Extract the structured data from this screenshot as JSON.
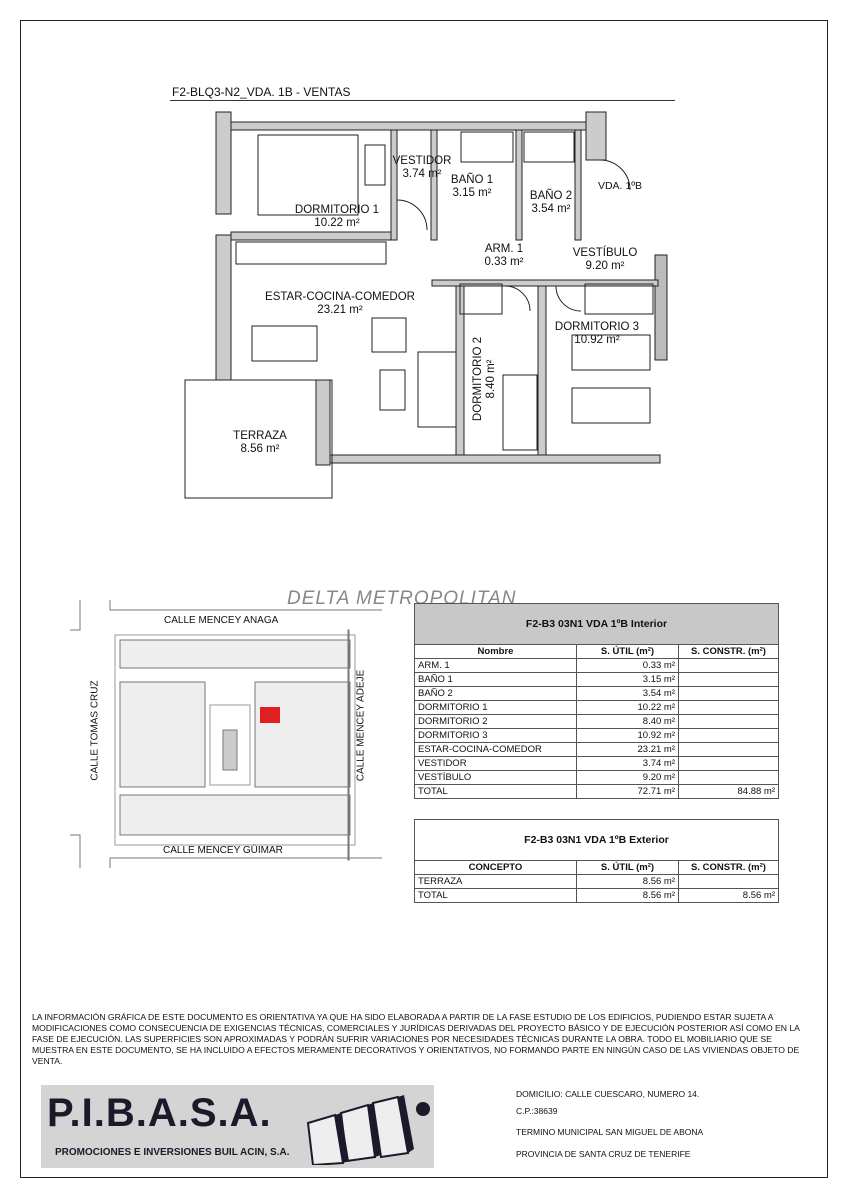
{
  "header": {
    "title": "F2-BLQ3-N2_VDA. 1B - VENTAS"
  },
  "floor_plan": {
    "rooms": [
      {
        "name": "VESTIDOR",
        "area": "3.74 m²"
      },
      {
        "name": "BAÑO 1",
        "area": "3.15 m²"
      },
      {
        "name": "BAÑO 2",
        "area": "3.54 m²"
      },
      {
        "name": "DORMITORIO 1",
        "area": "10.22 m²"
      },
      {
        "name": "ARM. 1",
        "area": "0.33 m²"
      },
      {
        "name": "VESTÍBULO",
        "area": "9.20 m²"
      },
      {
        "name": "ESTAR-COCINA-COMEDOR",
        "area": "23.21 m²"
      },
      {
        "name": "DORMITORIO 3",
        "area": "10.92 m²"
      },
      {
        "name": "DORMITORIO 2",
        "area": "8.40 m²"
      },
      {
        "name": "TERRAZA",
        "area": "8.56 m²"
      }
    ],
    "entrance_label": "VDA. 1ºB"
  },
  "site_map": {
    "brand": "DELTA METROPOLITAN",
    "streets": {
      "top": "CALLE MENCEY ANAGA",
      "bottom": "CALLE MENCEY GÜIMAR",
      "left": "CALLE TOMAS CRUZ",
      "right": "CALLE MENCEY ADEJE"
    },
    "highlight_color": "#e02020"
  },
  "interior_table": {
    "title": "F2-B3 03N1 VDA 1ºB Interior",
    "headers": [
      "Nombre",
      "S. ÚTIL (m²)",
      "S. CONSTR. (m²)"
    ],
    "rows": [
      [
        "ARM. 1",
        "0.33 m²",
        ""
      ],
      [
        "BAÑO 1",
        "3.15 m²",
        ""
      ],
      [
        "BAÑO 2",
        "3.54 m²",
        ""
      ],
      [
        "DORMITORIO 1",
        "10.22 m²",
        ""
      ],
      [
        "DORMITORIO 2",
        "8.40 m²",
        ""
      ],
      [
        "DORMITORIO 3",
        "10.92 m²",
        ""
      ],
      [
        "ESTAR-COCINA-COMEDOR",
        "23.21 m²",
        ""
      ],
      [
        "VESTIDOR",
        "3.74 m²",
        ""
      ],
      [
        "VESTÍBULO",
        "9.20 m²",
        ""
      ],
      [
        "TOTAL",
        "72.71 m²",
        "84.88 m²"
      ]
    ]
  },
  "exterior_table": {
    "title": "F2-B3 03N1 VDA 1ºB Exterior",
    "headers": [
      "CONCEPTO",
      "S. ÚTIL (m²)",
      "S. CONSTR. (m²)"
    ],
    "rows": [
      [
        "TERRAZA",
        "8.56 m²",
        ""
      ],
      [
        "TOTAL",
        "8.56 m²",
        "8.56 m²"
      ]
    ]
  },
  "disclaimer": "LA INFORMACIÓN GRÁFICA DE ESTE DOCUMENTO ES ORIENTATIVA YA QUE HA SIDO ELABORADA A PARTIR DE LA FASE ESTUDIO DE LOS EDIFICIOS, PUDIENDO ESTAR SUJETA A MODIFICACIONES COMO CONSECUENCIA DE EXIGENCIAS TÉCNICAS, COMERCIALES Y JURÍDICAS DERIVADAS DEL PROYECTO BÁSICO Y DE EJECUCIÓN POSTERIOR ASÍ COMO EN LA FASE DE EJECUCIÓN. LAS SUPERFICIES SON APROXIMADAS Y PODRÁN SUFRIR VARIACIONES POR NECESIDADES TÉCNICAS DURANTE LA OBRA. TODO EL MOBILIARIO QUE SE MUESTRA EN ESTE DOCUMENTO, SE HA INCLUIDO A EFECTOS MERAMENTE DECORATIVOS Y ORIENTATIVOS, NO FORMANDO PARTE EN NINGÚN CASO DE LAS VIVIENDAS OBJETO DE VENTA.",
  "footer": {
    "logo_text": "P.I.B.A.S.A.",
    "logo_subtitle": "PROMOCIONES E INVERSIONES BUIL ACIN, S.A.",
    "address": [
      "DOMICILIO: CALLE CUESCARO, NUMERO 14.",
      "C.P.:38639",
      "TERMINO MUNICIPAL SAN MIGUEL DE ABONA",
      "PROVINCIA DE SANTA CRUZ DE TENERIFE"
    ]
  }
}
